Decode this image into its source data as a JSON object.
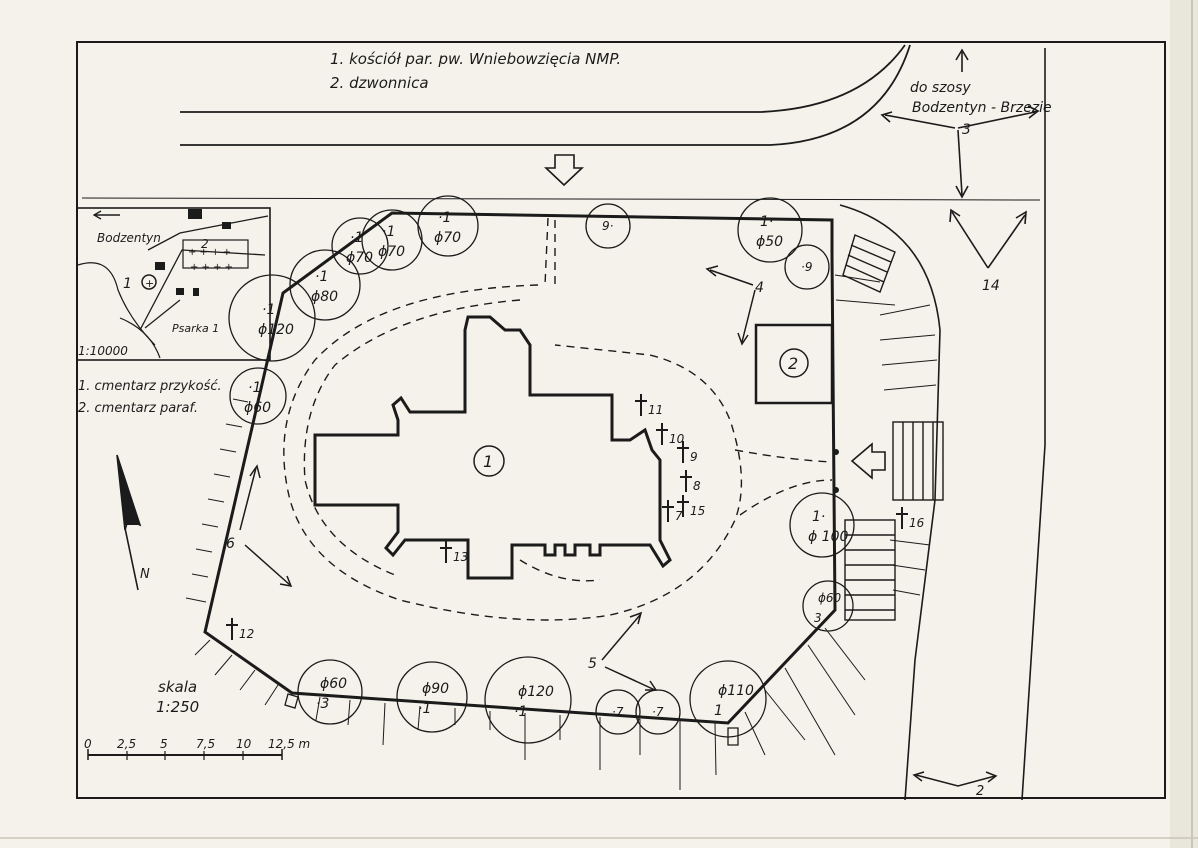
{
  "legend": {
    "item1": "1. kościół par. pw. Wniebowzięcia NMP.",
    "item2": "2. dzwonnica"
  },
  "road": {
    "line1": "do szosy",
    "line2": "Bodzentyn - Brzezie"
  },
  "inset": {
    "place": "Bodzentyn",
    "mark1": "1",
    "mark2": "2",
    "stream": "Psarka 1",
    "scale": "1:10000",
    "note1": "1. cmentarz przykość.",
    "note2": "2. cmentarz paraf."
  },
  "north": "N",
  "scale": {
    "label": "skala",
    "ratio": "1:250",
    "ticks": [
      "0",
      "2,5",
      "5",
      "7,5",
      "10",
      "12,5 m"
    ]
  },
  "buildings": {
    "church": "1",
    "belfry": "2"
  },
  "zone_labels": {
    "z3": "3",
    "z4": "4",
    "z5": "5",
    "z6": "6",
    "z14": "14",
    "z2": "2"
  },
  "trees": [
    {
      "id": "t1",
      "top": "·1",
      "bottom": "ϕ70"
    },
    {
      "id": "t2",
      "top": "·1",
      "bottom": "ϕ70"
    },
    {
      "id": "t3",
      "top": "·1",
      "bottom": "ϕ70"
    },
    {
      "id": "t4",
      "top": "·1",
      "bottom": "ϕ80"
    },
    {
      "id": "t5",
      "top": "·1",
      "bottom": "ϕ120"
    },
    {
      "id": "t6",
      "top": "·1",
      "bottom": "ϕ60"
    },
    {
      "id": "t7",
      "top": "9·",
      "bottom": ""
    },
    {
      "id": "t8",
      "top": "1·",
      "bottom": "ϕ50"
    },
    {
      "id": "t9",
      "top": "·9",
      "bottom": ""
    },
    {
      "id": "t10",
      "top": "1·",
      "bottom": "ϕ 100"
    },
    {
      "id": "t11",
      "top": "ϕ60",
      "bottom": "3"
    },
    {
      "id": "t12",
      "top": "ϕ110",
      "bottom": "1"
    },
    {
      "id": "t13",
      "top": "·7",
      "bottom": ""
    },
    {
      "id": "t14",
      "top": "·7",
      "bottom": ""
    },
    {
      "id": "t15",
      "top": "ϕ120",
      "bottom": "·1"
    },
    {
      "id": "t16",
      "top": "ϕ90",
      "bottom": "·1"
    },
    {
      "id": "t17",
      "top": "ϕ60",
      "bottom": "·3"
    }
  ],
  "crosses": [
    "11",
    "10",
    "9",
    "8",
    "7",
    "15",
    "16",
    "13",
    "12"
  ]
}
